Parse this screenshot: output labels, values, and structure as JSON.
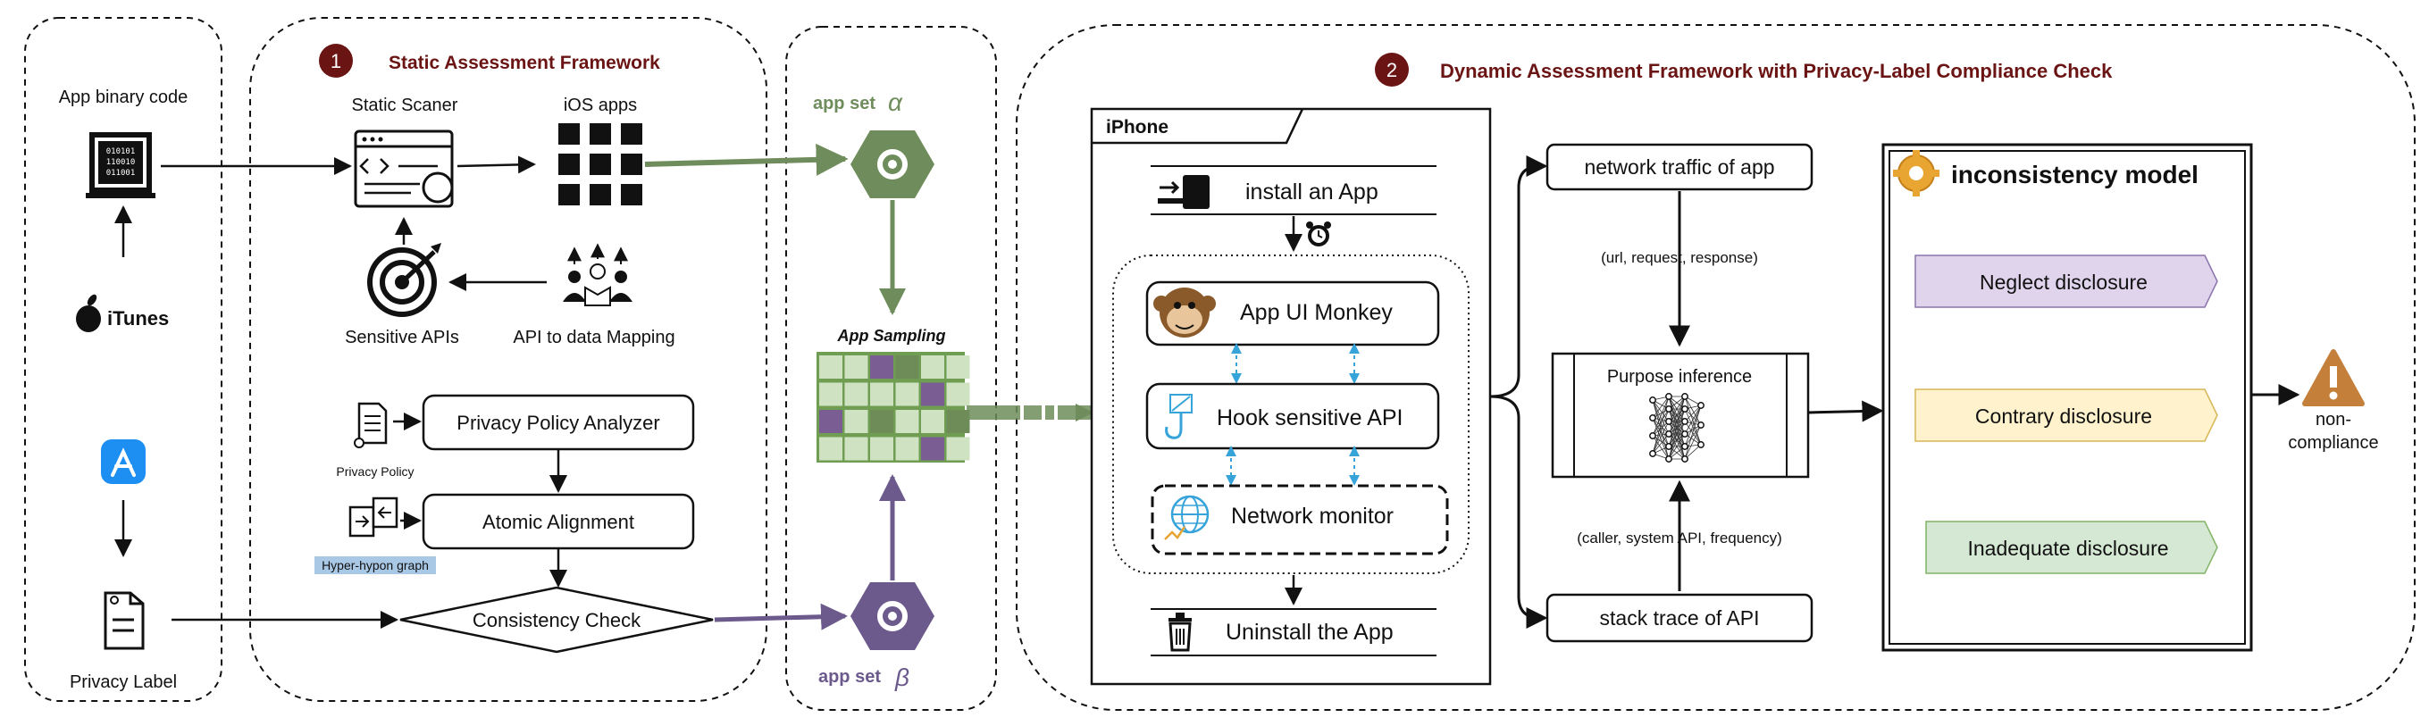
{
  "sources": {
    "binary_label": "App binary code",
    "itunes_label": "iTunes",
    "privacy_label": "Privacy Label"
  },
  "static": {
    "step": "1",
    "title": "Static Assessment Framework",
    "scanner_label": "Static Scaner",
    "ios_apps_label": "iOS apps",
    "sensitive_apis_label": "Sensitive APIs",
    "api_mapping_label": "API to data Mapping",
    "ppa_label": "Privacy Policy Analyzer",
    "privacy_policy_label": "Privacy Policy",
    "atomic_label": "Atomic Alignment",
    "hyper_label": "Hyper-hypon graph",
    "consistency_label": "Consistency Check"
  },
  "sampling": {
    "app_set_alpha": "app set",
    "alpha_symbol": "α",
    "app_sampling": "App Sampling",
    "app_set_beta": "app set",
    "beta_symbol": "β"
  },
  "dynamic": {
    "step": "2",
    "title": "Dynamic Assessment Framework with Privacy-Label Compliance Check",
    "iphone_label": "iPhone",
    "install_label": "install an App",
    "monkey_label": "App UI Monkey",
    "hook_label": "Hook sensitive API",
    "network_monitor_label": "Network monitor",
    "uninstall_label": "Uninstall the App",
    "traffic_label": "network traffic of app",
    "traffic_detail": "(url, request, response)",
    "purpose_label": "Purpose inference",
    "stack_detail": "(caller, system API, frequency)",
    "stack_label": "stack trace of API",
    "model_title": "inconsistency model",
    "neglect_label": "Neglect disclosure",
    "contrary_label": "Contrary disclosure",
    "inadequate_label": "Inadequate disclosure",
    "noncompliance_line1": "non-",
    "noncompliance_line2": "compliance"
  },
  "colors": {
    "maroon": "#6b1414",
    "green": "#6f8d5c",
    "purple": "#6c5a8c",
    "neglect_fill": "#e0d4ec",
    "contrary_fill": "#fff2cc",
    "inadequate_fill": "#d5e8d4",
    "hyper_highlight": "#a9c8e6",
    "warning_fill": "#c47f3a"
  }
}
